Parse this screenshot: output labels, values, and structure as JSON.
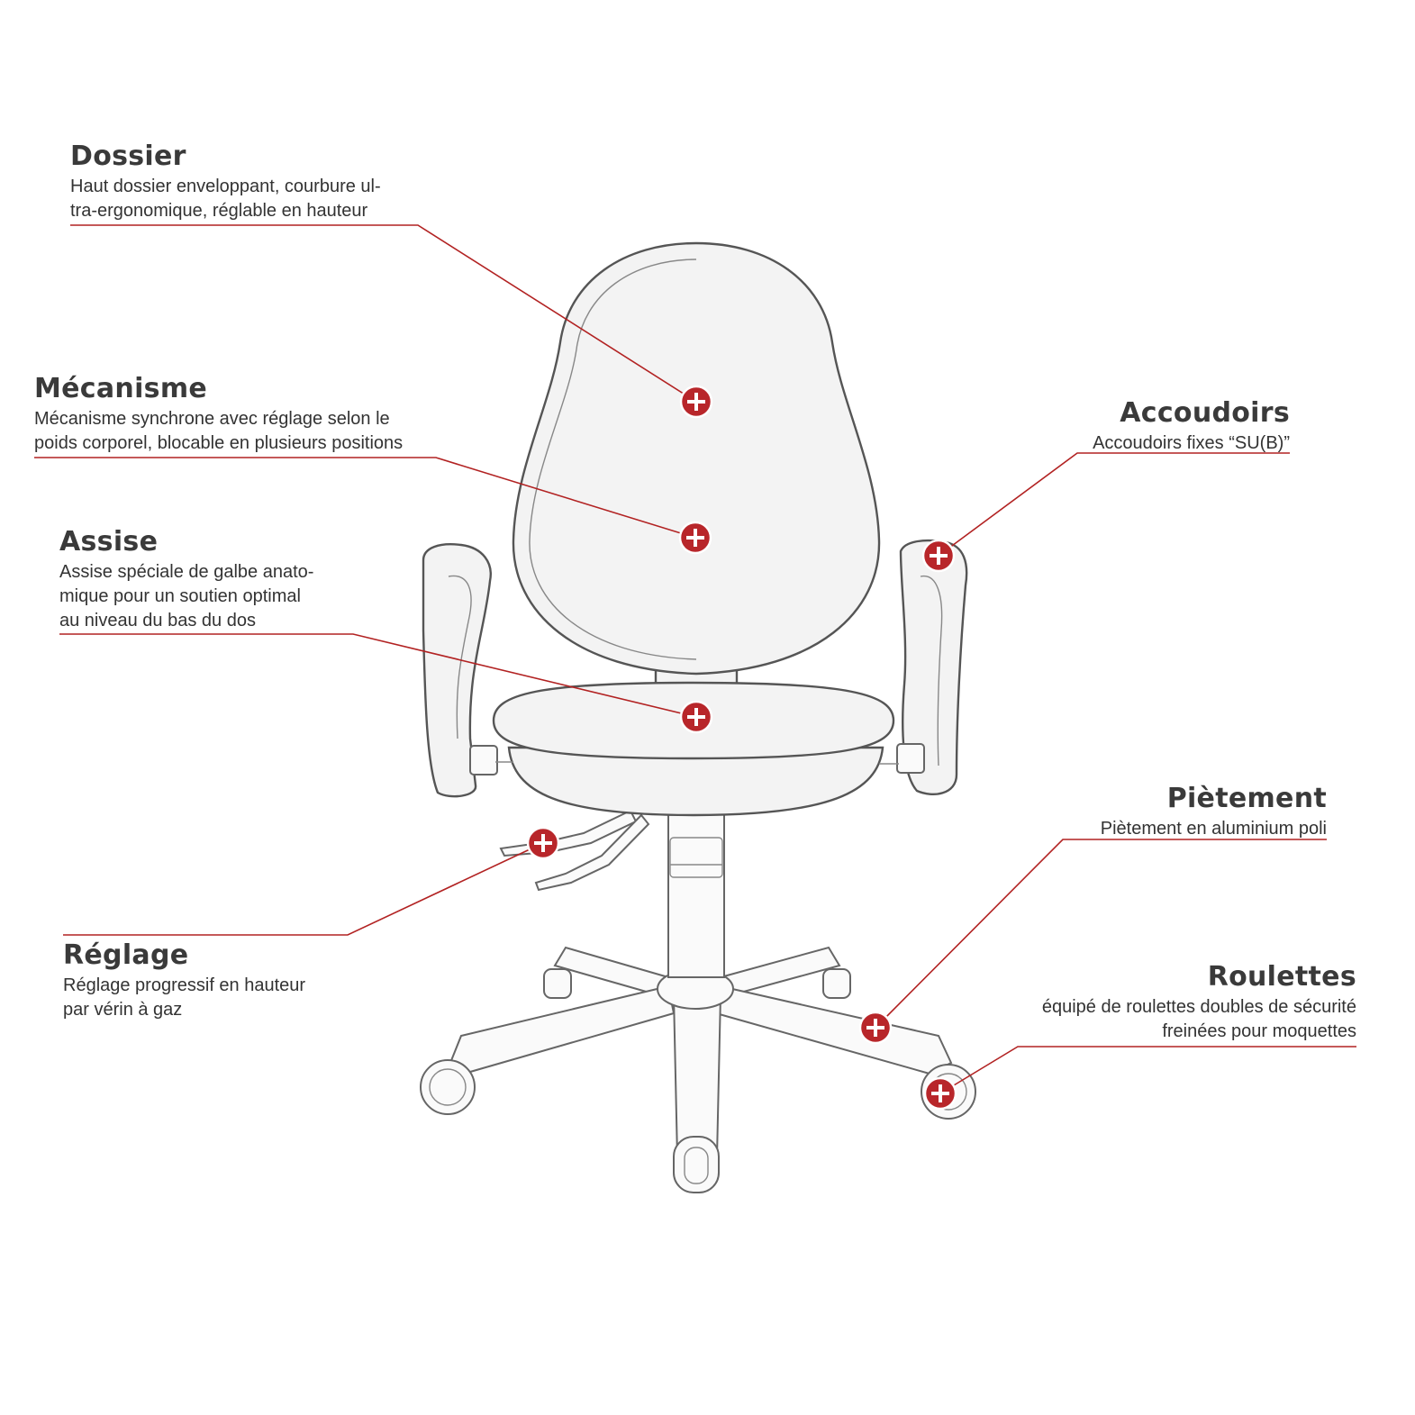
{
  "theme": {
    "accent": "#b8262a",
    "text_dark": "#3a3a3a",
    "line_color": "#b22222"
  },
  "features": {
    "dossier": {
      "title": "Dossier",
      "description": "Haut dossier enveloppant, courbure ul-\ntra-ergonomique, réglable en hauteur",
      "icon": "plus-icon"
    },
    "mecanisme": {
      "title": "Mécanisme",
      "description": "Mécanisme synchrone avec réglage selon le\npoids corporel, blocable en plusieurs positions",
      "icon": "plus-icon"
    },
    "assise": {
      "title": "Assise",
      "description": "Assise spéciale de galbe anato-\nmique pour un soutien optimal\nau niveau du bas du dos",
      "icon": "plus-icon"
    },
    "reglage": {
      "title": "Réglage",
      "description": "Réglage progressif en hauteur\npar vérin à gaz",
      "icon": "plus-icon"
    },
    "accoudoirs": {
      "title": "Accoudoirs",
      "description": "Accoudoirs fixes “SU(B)”",
      "icon": "plus-icon"
    },
    "pietement": {
      "title": "Piètement",
      "description": "Piètement en aluminium poli",
      "icon": "plus-icon"
    },
    "roulettes": {
      "title": "Roulettes",
      "description": "équipé de roulettes doubles de sécurité\nfreinées pour moquettes",
      "icon": "plus-icon"
    }
  }
}
